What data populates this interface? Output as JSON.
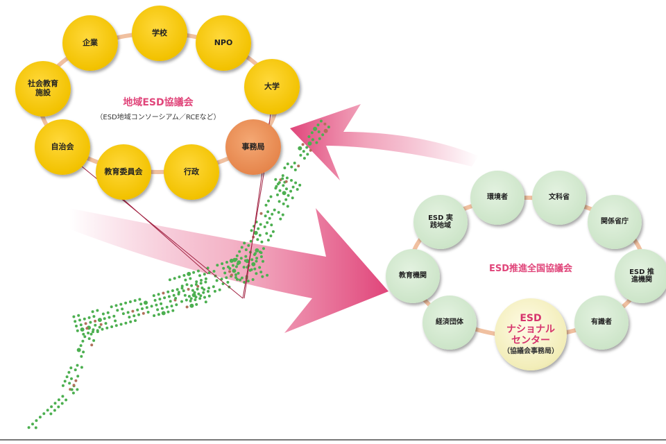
{
  "regional": {
    "title": "地域ESD協議会",
    "subtitle": "（ESD地域コンソーシアム／RCEなど）",
    "members": [
      "企業",
      "学校",
      "NPO",
      "大学",
      "事務局",
      "行政",
      "教育委員会",
      "自治会",
      "社会教育施設"
    ]
  },
  "national": {
    "title": "ESD推進全国協議会",
    "members": [
      "環境者",
      "文科省",
      "関係省庁",
      "ESD 推進機関",
      "有識者",
      "経済団体",
      "教育機関",
      "ESD 実践地域"
    ],
    "center": {
      "line1": "ESD",
      "line2": "ナショナル",
      "line3": "センター",
      "note": "（協議会事務局）"
    }
  },
  "colors": {
    "accent": "#e0457a",
    "member": "#f2c200",
    "office": "#e5844a",
    "national": "#cde5c9",
    "map_dot": "#4caf50"
  }
}
